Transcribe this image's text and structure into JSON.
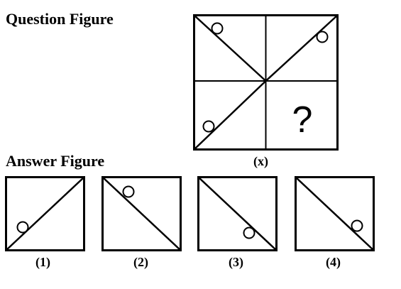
{
  "question_section": {
    "title": "Question Figure",
    "missing_symbol": "?",
    "caption": "(x)"
  },
  "answer_section": {
    "title": "Answer Figure",
    "options": [
      {
        "caption": "(1)"
      },
      {
        "caption": "(2)"
      },
      {
        "caption": "(3)"
      },
      {
        "caption": "(4)"
      }
    ]
  },
  "colors": {
    "ink": "#000000",
    "background": "#ffffff"
  }
}
